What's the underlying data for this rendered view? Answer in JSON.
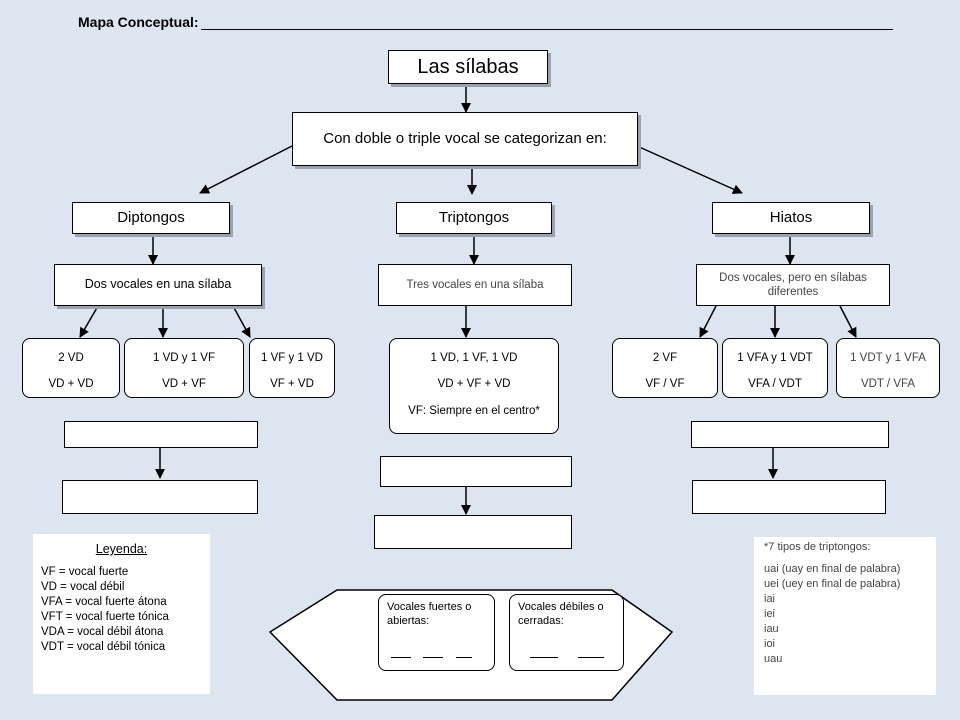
{
  "title": "Mapa Conceptual:",
  "root": "Las sílabas",
  "subtitle": "Con doble o triple vocal se categorizan en:",
  "categories": {
    "diptongos": {
      "label": "Diptongos",
      "desc": "Dos vocales en una sílaba"
    },
    "triptongos": {
      "label": "Triptongos",
      "desc": "Tres vocales en una sílaba"
    },
    "hiatos": {
      "label": "Hiatos",
      "desc": "Dos vocales, pero en sílabas diferentes"
    }
  },
  "diptongo_types": [
    {
      "line1": "2 VD",
      "line2": "VD + VD"
    },
    {
      "line1": "1 VD y 1 VF",
      "line2": "VD + VF"
    },
    {
      "line1": "1 VF y 1 VD",
      "line2": "VF + VD"
    }
  ],
  "triptongo_type": {
    "line1": "1 VD, 1 VF, 1 VD",
    "line2": "VD + VF + VD",
    "line3": "VF: Siempre en el centro*"
  },
  "hiato_types": [
    {
      "line1": "2 VF",
      "line2": "VF / VF"
    },
    {
      "line1": "1 VFA y 1 VDT",
      "line2": "VFA / VDT"
    },
    {
      "line1": "1 VDT y 1 VFA",
      "line2": "VDT / VFA"
    }
  ],
  "legend": {
    "title": "Leyenda:",
    "items": [
      "VF = vocal fuerte",
      "VD = vocal débil",
      "VFA = vocal fuerte átona",
      "VFT = vocal fuerte tónica",
      "VDA = vocal débil átona",
      "VDT = vocal débil tónica"
    ]
  },
  "triptongo_list": {
    "title": "*7 tipos de triptongos:",
    "items": [
      "uai (uay en final de palabra)",
      "uei (uey en final de palabra)",
      "iai",
      "iei",
      "iau",
      "ioi",
      "uau"
    ]
  },
  "bottom": {
    "fuertes": "Vocales fuertes o abiertas:",
    "debiles": "Vocales débiles o cerradas:"
  }
}
